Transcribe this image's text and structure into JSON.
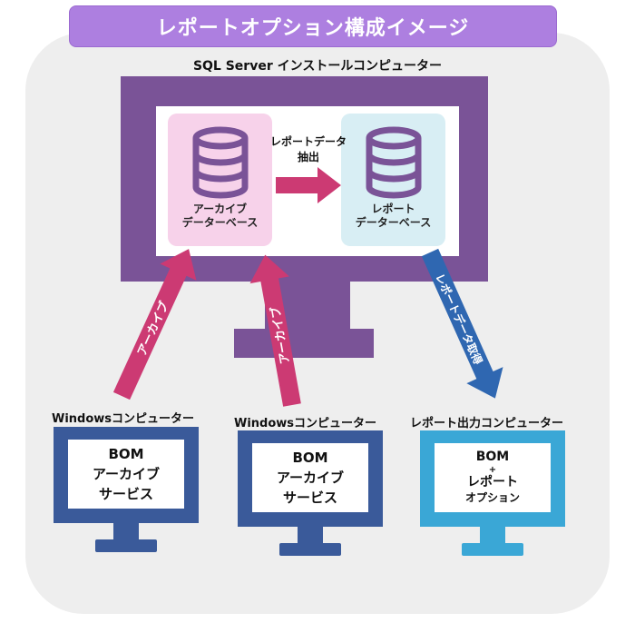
{
  "title": "レポートオプション構成イメージ",
  "server": {
    "label": "SQL Server インストールコンピューター",
    "archive_db": {
      "line1": "アーカイブ",
      "line2": "データーベース"
    },
    "report_db": {
      "line1": "レポート",
      "line2": "データーベース"
    },
    "extract": {
      "line1": "レポートデータ",
      "line2": "抽出"
    }
  },
  "clients": [
    {
      "label": "Windowsコンピューター",
      "lines": [
        "BOM",
        "アーカイブ",
        "サービス"
      ]
    },
    {
      "label": "Windowsコンピューター",
      "lines": [
        "BOM",
        "アーカイブ",
        "サービス"
      ]
    },
    {
      "label": "レポート出力コンピューター",
      "lines": [
        "BOM",
        "+",
        "レポート",
        "オプション"
      ]
    }
  ],
  "arrows": {
    "archive_left": "アーカイブ",
    "archive_middle": "アーカイブ",
    "report_fetch": "レポートデータ取得"
  },
  "colors": {
    "title_bg": "#ad7fe0",
    "server_purple": "#7a5397",
    "archive_db_bg": "#f7d2ea",
    "report_db_bg": "#d8eef4",
    "arrow_magenta": "#cc3a73",
    "arrow_blue": "#2f67b1",
    "windows_client": "#3a5a9a",
    "report_client": "#3aa7d6",
    "panel_bg": "#eeeeee"
  }
}
